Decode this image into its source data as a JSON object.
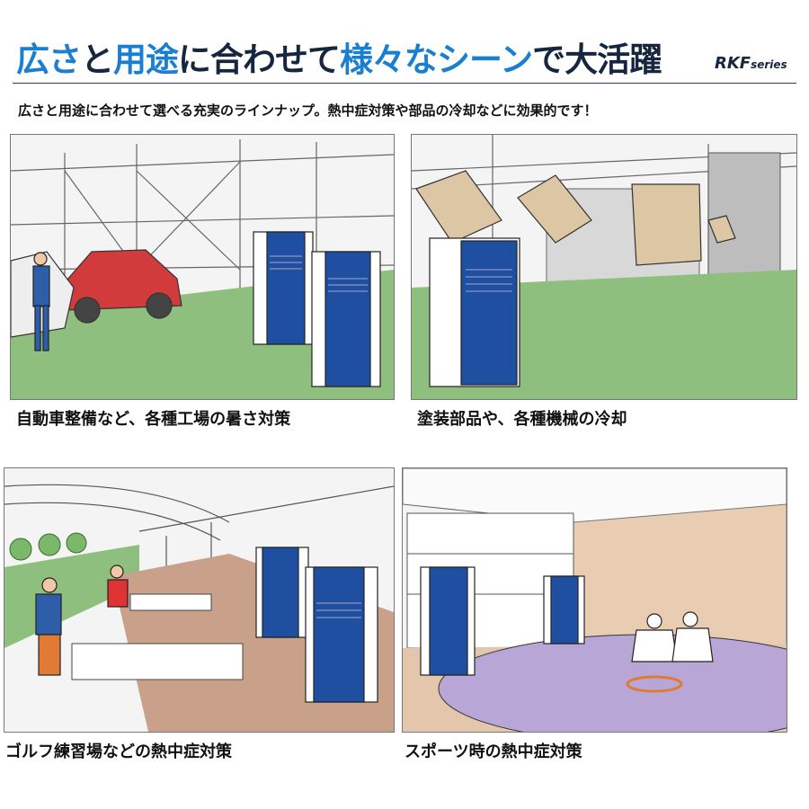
{
  "header": {
    "title_parts": [
      {
        "text": "広さ",
        "color": "blue"
      },
      {
        "text": "と",
        "color": "dark"
      },
      {
        "text": "用途",
        "color": "blue"
      },
      {
        "text": "に合わせて",
        "color": "dark"
      },
      {
        "text": "様々なシーン",
        "color": "blue"
      },
      {
        "text": "で大活躍",
        "color": "dark"
      }
    ],
    "series_main": "RKF",
    "series_sub": "series",
    "subtitle": "広さと用途に合わせて選べる充実のラインナップ。熱中症対策や部品の冷却などに効果的です！"
  },
  "colors": {
    "brand_blue": "#1a7fd0",
    "dark_navy": "#16263f",
    "unit_blue": "#1f4fa0",
    "floor_green": "#8fbf7e",
    "floor_brown": "#c9a18a",
    "floor_purple": "#b7a6d6"
  },
  "panels": [
    {
      "caption": "自動車整備など、各種工場の暑さ対策",
      "icon": "factory-illustration"
    },
    {
      "caption": "塗装部品や、各種機械の冷却",
      "icon": "paint-line-illustration"
    },
    {
      "caption": "ゴルフ練習場などの熱中症対策",
      "icon": "golf-range-illustration"
    },
    {
      "caption": "スポーツ時の熱中症対策",
      "icon": "sports-gym-illustration"
    }
  ]
}
